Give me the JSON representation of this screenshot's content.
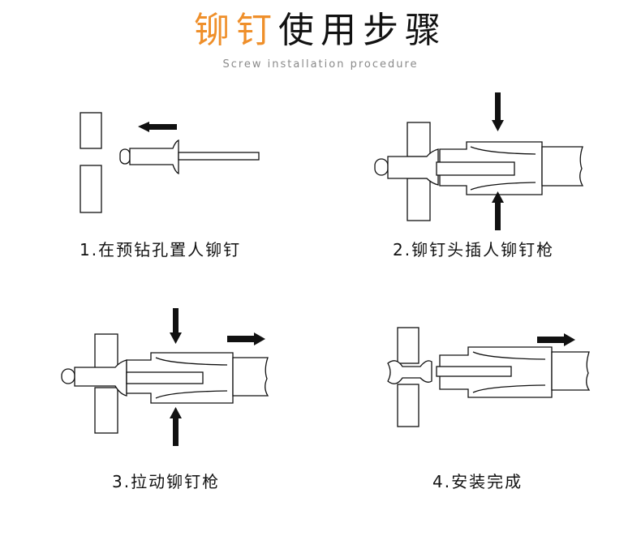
{
  "header": {
    "title_accent": "铆钉",
    "title_rest": "使用步骤",
    "subtitle": "Screw installation procedure"
  },
  "steps": [
    {
      "label": "1.在预钻孔置人铆钉"
    },
    {
      "label": "2.铆钉头插人铆钉枪"
    },
    {
      "label": "3.拉动铆钉枪"
    },
    {
      "label": "4.安装完成"
    }
  ]
}
